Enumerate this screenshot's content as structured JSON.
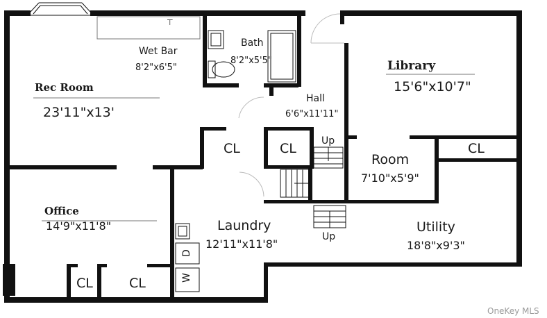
{
  "floorplan": {
    "rooms": {
      "rec_room": {
        "name": "Rec Room",
        "dims": "23'11\"x13'"
      },
      "wet_bar": {
        "name": "Wet Bar",
        "dims": "8'2\"x6'5\""
      },
      "bath": {
        "name": "Bath",
        "dims": "8'2\"x5'5\""
      },
      "library": {
        "name": "Library",
        "dims": "15'6\"x10'7\""
      },
      "hall": {
        "name": "Hall",
        "dims": "6'6\"x11'11\""
      },
      "room": {
        "name": "Room",
        "dims": "7'10\"x5'9\""
      },
      "office": {
        "name": "Office",
        "dims": "14'9\"x11'8\""
      },
      "laundry": {
        "name": "Laundry",
        "dims": "12'11\"x11'8\""
      },
      "utility": {
        "name": "Utility",
        "dims": "18'8\"x9'3\""
      }
    },
    "closets": [
      "CL",
      "CL",
      "CL",
      "CL",
      "CL"
    ],
    "stairs": {
      "up_upper": "Up",
      "up_lower": "Up"
    },
    "appliances": {
      "dryer": "D",
      "washer": "W"
    }
  },
  "watermark": "OneKey MLS"
}
